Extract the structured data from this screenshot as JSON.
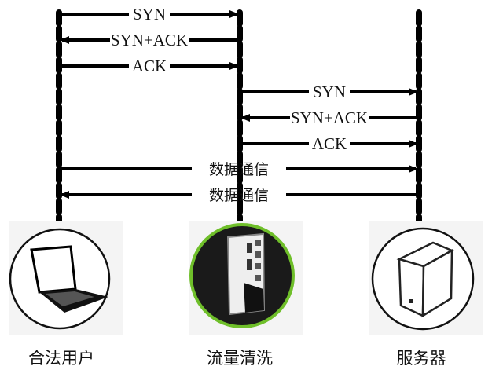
{
  "diagram": {
    "type": "sequence",
    "description": "TCP handshake proxy through traffic cleaning device",
    "nodes": [
      {
        "id": "user",
        "label": "合法用户",
        "icon": "laptop-icon",
        "style": "light"
      },
      {
        "id": "cleaner",
        "label": "流量清洗",
        "icon": "network-appliance-icon",
        "style": "dark",
        "ring_color": "#6fbf2a"
      },
      {
        "id": "server",
        "label": "服务器",
        "icon": "server-icon",
        "style": "light"
      }
    ],
    "messages": [
      {
        "from": "user",
        "to": "cleaner",
        "label": "SYN"
      },
      {
        "from": "cleaner",
        "to": "user",
        "label": "SYN+ACK"
      },
      {
        "from": "user",
        "to": "cleaner",
        "label": "ACK"
      },
      {
        "from": "cleaner",
        "to": "server",
        "label": "SYN"
      },
      {
        "from": "server",
        "to": "cleaner",
        "label": "SYN+ACK"
      },
      {
        "from": "cleaner",
        "to": "server",
        "label": "ACK"
      },
      {
        "from": "user",
        "to": "server",
        "label": "数据通信"
      },
      {
        "from": "server",
        "to": "user",
        "label": "数据通信"
      }
    ]
  }
}
